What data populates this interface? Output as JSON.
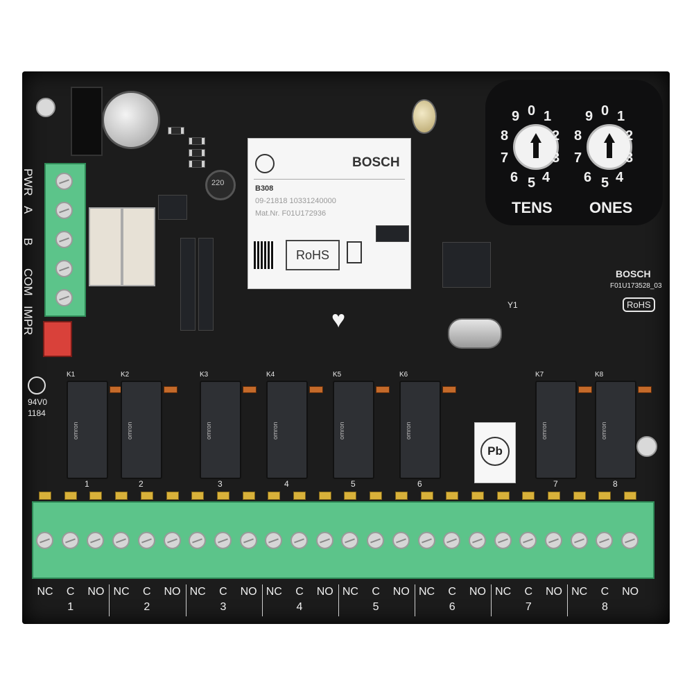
{
  "colors": {
    "pcb": "#1c1c1c",
    "terminal_green": "#5cc48a",
    "label_white": "#f2f2f2",
    "jumper_red": "#d9413a"
  },
  "module_label": {
    "brand": "BOSCH",
    "model": "B308",
    "line2": "09-21818 10331240000",
    "line3": "Mat.Nr. F01U172936",
    "rohs": "RoHS",
    "icon_brand": "bosch-logo-icon",
    "icon_weee": "weee-bin-icon"
  },
  "address_switch": {
    "digits": [
      "0",
      "1",
      "2",
      "3",
      "4",
      "5",
      "6",
      "7",
      "8",
      "9"
    ],
    "tens_label": "TENS",
    "ones_label": "ONES"
  },
  "board_marks": {
    "brand": "BOSCH",
    "part": "F01U173528_03",
    "rohs": "RoHS",
    "ul_mark": "94V0",
    "ul_code": "1184",
    "crystal_ref": "Y1",
    "cap_ref": "220",
    "pb_free": "Pb"
  },
  "power_terminal": {
    "labels": [
      "PWR",
      "A",
      "B",
      "COM",
      "IMPR"
    ]
  },
  "relays": [
    {
      "ref": "K1",
      "num": "1",
      "brand": "omron"
    },
    {
      "ref": "K2",
      "num": "2",
      "brand": "omron"
    },
    {
      "ref": "K3",
      "num": "3",
      "brand": "omron"
    },
    {
      "ref": "K4",
      "num": "4",
      "brand": "omron"
    },
    {
      "ref": "K5",
      "num": "5",
      "brand": "omron"
    },
    {
      "ref": "K6",
      "num": "6",
      "brand": "omron"
    },
    {
      "ref": "K7",
      "num": "7",
      "brand": "omron"
    },
    {
      "ref": "K8",
      "num": "8",
      "brand": "omron"
    }
  ],
  "outputs": [
    {
      "nc": "NC",
      "c": "C",
      "no": "NO",
      "num": "1"
    },
    {
      "nc": "NC",
      "c": "C",
      "no": "NO",
      "num": "2"
    },
    {
      "nc": "NC",
      "c": "C",
      "no": "NO",
      "num": "3"
    },
    {
      "nc": "NC",
      "c": "C",
      "no": "NO",
      "num": "4"
    },
    {
      "nc": "NC",
      "c": "C",
      "no": "NO",
      "num": "5"
    },
    {
      "nc": "NC",
      "c": "C",
      "no": "NO",
      "num": "6"
    },
    {
      "nc": "NC",
      "c": "C",
      "no": "NO",
      "num": "7"
    },
    {
      "nc": "NC",
      "c": "C",
      "no": "NO",
      "num": "8"
    }
  ]
}
